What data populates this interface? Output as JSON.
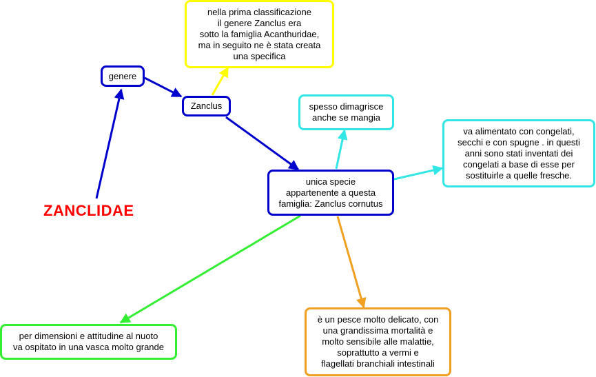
{
  "title": "ZANCLIDAE",
  "colors": {
    "title": "#ff0000",
    "blue": "#0000cc",
    "yellow": "#ffff00",
    "cyan": "#33e6e6",
    "green": "#33ee33",
    "orange": "#f0a020"
  },
  "nodes": {
    "genere": "genere",
    "zanclus": "Zanclus",
    "note_classificazione": "nella prima classificazione\nil genere Zanclus era\nsotto la famiglia Acanthuridae,\nma in seguito ne è stata creata\nuna specifica",
    "unica_specie": "unica specie\nappartenente a questa\nfamiglia: Zanclus cornutus",
    "dimagrisce": "spesso dimagrisce\nanche se mangia",
    "alimentazione": "va alimentato con congelati,\nsecchi e con spugne . in questi\nanni sono stati inventati dei\ncongelati a base di esse per\nsostituirle a quelle fresche.",
    "vasca": "per dimensioni e attitudine al nuoto\nva ospitato in una vasca molto grande",
    "delicato": "è un pesce molto delicato, con\nuna grandissima mortalità e\nmolto sensibile alle malattie,\nsoprattutto a vermi e\nflagellati branchiali intestinali"
  }
}
